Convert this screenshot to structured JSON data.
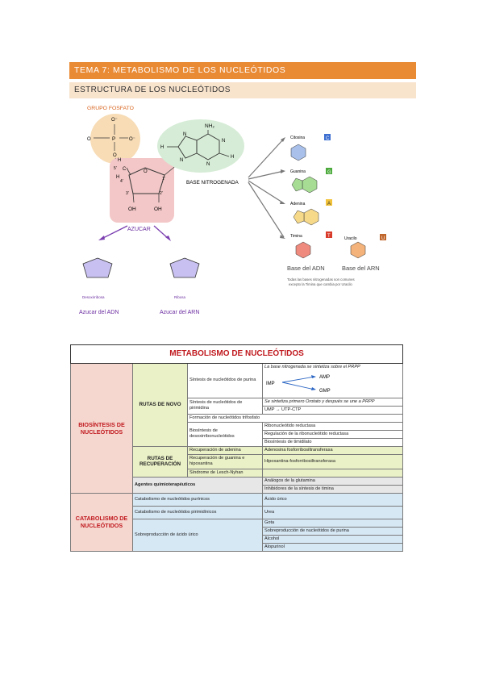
{
  "header": {
    "title": "TEMA 7: METABOLISMO DE LOS NUCLEÓTIDOS",
    "section": "ESTRUCTURA DE LOS NUCLEÓTIDOS"
  },
  "diagram": {
    "phosphate_label": "GRUPO FOSFATO",
    "sugar_label": "AZUCAR",
    "base_label": "BASE NITROGENADA",
    "deoxyribose_label": "Desoxirribosa",
    "ribose_label": "Ribosa",
    "dna_sugar_caption": "Azucar del ADN",
    "rna_sugar_caption": "Azucar del ARN",
    "bases": [
      {
        "name": "Citosina",
        "letter": "C",
        "color": "#3d6fd1"
      },
      {
        "name": "Guanina",
        "letter": "G",
        "color": "#4caa3c"
      },
      {
        "name": "Adenina",
        "letter": "A",
        "color": "#f2c33a"
      },
      {
        "name": "Timina",
        "letter": "T",
        "color": "#d93b2b"
      },
      {
        "name": "Uracilo",
        "letter": "U",
        "color": "#c0652a"
      }
    ],
    "dna_bases_caption": "Base del ADN",
    "rna_bases_caption": "Base del ARN",
    "note_line1": "Todas las bases nitrogenadas son comunes",
    "note_line2": "excepto la Timina que cambia por Uracilo",
    "atoms": {
      "O": "O",
      "O_minus": "O⁻",
      "P": "P",
      "C5": "5'",
      "C4": "4'",
      "C3": "3'",
      "C2": "2'",
      "C1": "1'",
      "OH": "OH",
      "NH2": "NH₂",
      "N": "N",
      "H": "H",
      "C": "C"
    }
  },
  "table": {
    "title": "METABOLISMO DE NUCLEÓTIDOS",
    "biosintesis": "BIOSÍNTESIS DE NUCLEÓTIDOS",
    "rutas_novo": "RUTAS DE NOVO",
    "sintesis_purina": "Síntesis de nucleótidos de purina",
    "purina_note": "La base nitrogenada se sintetiza sobre el PRPP",
    "imp": "IMP",
    "amp": "AMP",
    "gmp": "GMP",
    "sintesis_pirimidina": "Síntesis de nucleótidos de pirimidina",
    "pirimidina_note": "Se sintetiza primero Orotato y después se une a PRPP",
    "ump": "UMP → UTP-CTP",
    "formacion_trifosfato": "Formación de nucleótidos trifosfato",
    "biosintesis_desoxi": "Biosíntesis de desoxirribonucleótidos",
    "ribonucleotido_reductasa": "Ribonucleótido reductasa",
    "regulacion_reductasa": "Regulación de la ribonucleótido reductasa",
    "biosintesis_timidilato": "Biosíntesis de timidilato",
    "rutas_recuperacion": "RUTAS DE RECUPERACIÓN",
    "recuperacion_adenina": "Recuperación de adenina",
    "adenosina_fosforribosil": "Adenosina fosforribosiltransferasa",
    "recuperacion_guanina": "Recuperación de guanina e hipoxantina",
    "hipoxantina_guanina": "Hipoxantina-fosforribosiltransferasa",
    "lesch_nyhan": "Síndrome de Lesch-Nyhan",
    "agentes": "Agentes quimioterapéuticos",
    "analogos_glutamina": "Análogos de la glutamina",
    "inhibidores_timina": "Inhibidores de la síntesis de timina",
    "catabolismo": "CATABOLISMO DE NUCLEÓTIDOS",
    "cat_purinicos": "Catabolismo de nucleótidos purínicos",
    "acido_urico": "Ácido úrico",
    "cat_pirimidinicos": "Catabolismo de nucleótidos pirimidínicos",
    "urea": "Urea",
    "sobreproduccion_acido": "Sobreproducción de ácido úrico",
    "gota": "Gota",
    "sobreproduccion_purina": "Sobreproducción de nucleótidos de purina",
    "alcohol": "Alcohol",
    "alopurinol": "Alopurinol"
  }
}
